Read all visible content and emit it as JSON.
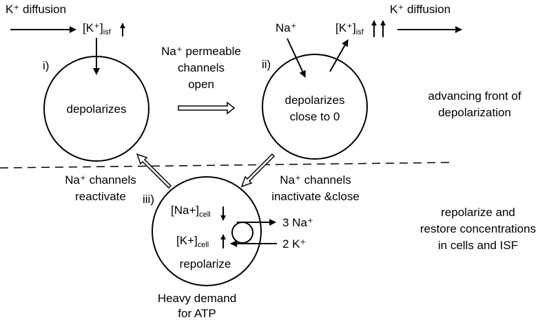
{
  "labels": {
    "k_diffusion_left": "K⁺ diffusion",
    "k_diffusion_right": "K⁺ diffusion",
    "k_isf_main": "[K⁺]",
    "k_isf_sub": "isf",
    "na_plus": "Na⁺",
    "step_i": "i)",
    "step_ii": "ii)",
    "step_iii": "iii)",
    "na_open_1": "Na⁺ permeable",
    "na_open_2": "channels",
    "na_open_3": "open",
    "circle_i": "depolarizes",
    "circle_ii_1": "depolarizes",
    "circle_ii_2": "close to 0",
    "front_1": "advancing front of",
    "front_2": "depolarization",
    "reactivate_1": "Na⁺ channels",
    "reactivate_2": "reactivate",
    "inactivate_1": "Na⁺ channels",
    "inactivate_2": "inactivate &close",
    "na_cell_main": "[Na+]",
    "k_cell_main": "[K+]",
    "cell_sub": "cell",
    "pump_na_out": "3 Na⁺",
    "pump_k_in": "2 K⁺",
    "repolarize": "repolarize",
    "restore_1": "repolarize and",
    "restore_2": "restore concentrations",
    "restore_3": "in cells and ISF",
    "atp_1": "Heavy demand",
    "atp_2": "for ATP"
  },
  "colors": {
    "ink": "#000000",
    "background": "#ffffff"
  }
}
